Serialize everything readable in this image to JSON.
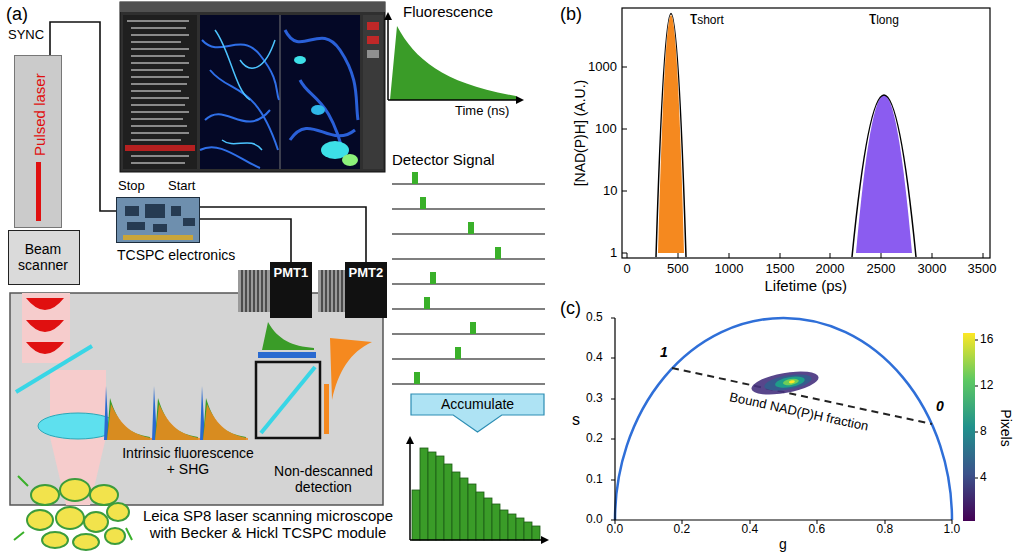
{
  "diagram": {
    "nodes": [
      {
        "text": [
          "Pulsed laser"
        ]
      },
      {
        "text": [
          "Beam scanner"
        ]
      },
      {
        "text": [
          "TCSPC electronics"
        ]
      },
      {
        "text": [
          "PMT1"
        ]
      },
      {
        "text": [
          "PMT2"
        ]
      },
      {
        "text": [
          "Intrinsic fluorescence + SHG",
          "Non-descanned detection"
        ]
      },
      {
        "text": [
          "Accumulate"
        ]
      }
    ],
    "edges": [
      {
        "from": 0,
        "to": 2,
        "label": "SYNC",
        "arrow": "none"
      },
      {
        "from": 3,
        "to": 2,
        "arrow": "none"
      },
      {
        "from": 4,
        "to": 2,
        "arrow": "none"
      }
    ],
    "labels": [
      "(a)",
      "Stop",
      "Start",
      "Fluorescence",
      "Time (ns)",
      "Detector Signal",
      "Leica SP8 laser scanning microscope with Becker & Hickl TCSPC module",
      "(b)",
      "τshort",
      "τlong",
      "[NAD(P)H] (A.U.)",
      "1",
      "10",
      "100",
      "1000",
      "0",
      "500",
      "1000",
      "1500",
      "2000",
      "2500",
      "3000",
      "3500",
      "Lifetime (ps)",
      "(c)",
      "s",
      "g",
      "0.0",
      "0.1",
      "0.2",
      "0.3",
      "0.4",
      "0.5",
      "0.0",
      "0.2",
      "0.4",
      "0.6",
      "0.8",
      "1.0",
      "1",
      "0",
      "Bound NAD(P)H fraction",
      "4",
      "8",
      "12",
      "16",
      "Pixels"
    ]
  }
}
